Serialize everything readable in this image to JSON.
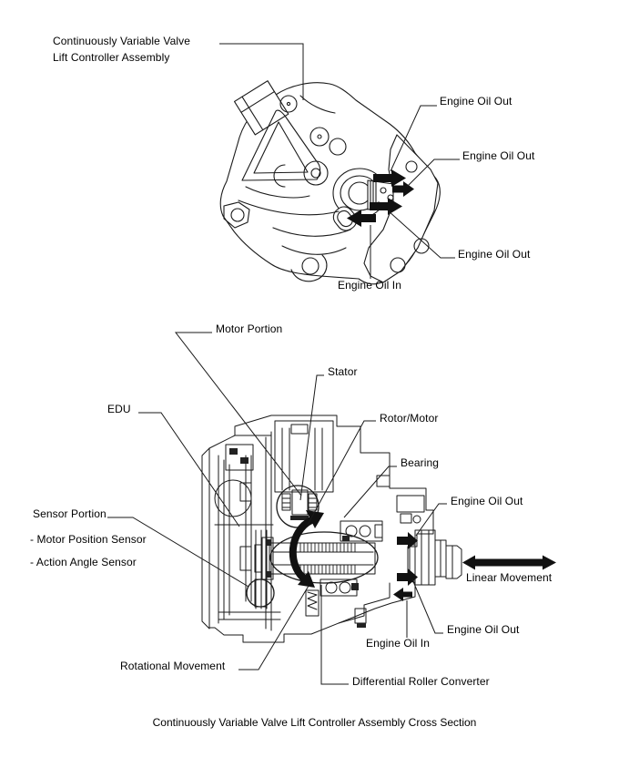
{
  "page": {
    "background": "#ffffff",
    "line_color": "#1a1a1a",
    "arrow_color": "#111111",
    "caption": "Continuously Variable Valve Lift Controller Assembly Cross Section"
  },
  "top_diagram": {
    "description": "Perspective view of controller assembly with oil flow arrows",
    "labels": {
      "assembly_line1": "Continuously Variable Valve",
      "assembly_line2": "Lift Controller Assembly",
      "engine_oil_out_1": "Engine Oil Out",
      "engine_oil_out_2": "Engine Oil Out",
      "engine_oil_out_3": "Engine Oil Out",
      "engine_oil_in": "Engine Oil In"
    }
  },
  "cross_section": {
    "description": "Cross section view of controller assembly",
    "labels": {
      "motor_portion": "Motor Portion",
      "stator": "Stator",
      "edu": "EDU",
      "rotor_motor": "Rotor/Motor",
      "bearing": "Bearing",
      "sensor_portion": "Sensor Portion",
      "motor_position_sensor": "- Motor Position Sensor",
      "action_angle_sensor": "- Action Angle Sensor",
      "engine_oil_out_upper": "Engine Oil Out",
      "linear_movement": "Linear Movement",
      "engine_oil_out_lower": "Engine Oil Out",
      "engine_oil_in": "Engine Oil In",
      "rotational_movement": "Rotational Movement",
      "differential_roller_converter": "Differential Roller Converter"
    }
  }
}
